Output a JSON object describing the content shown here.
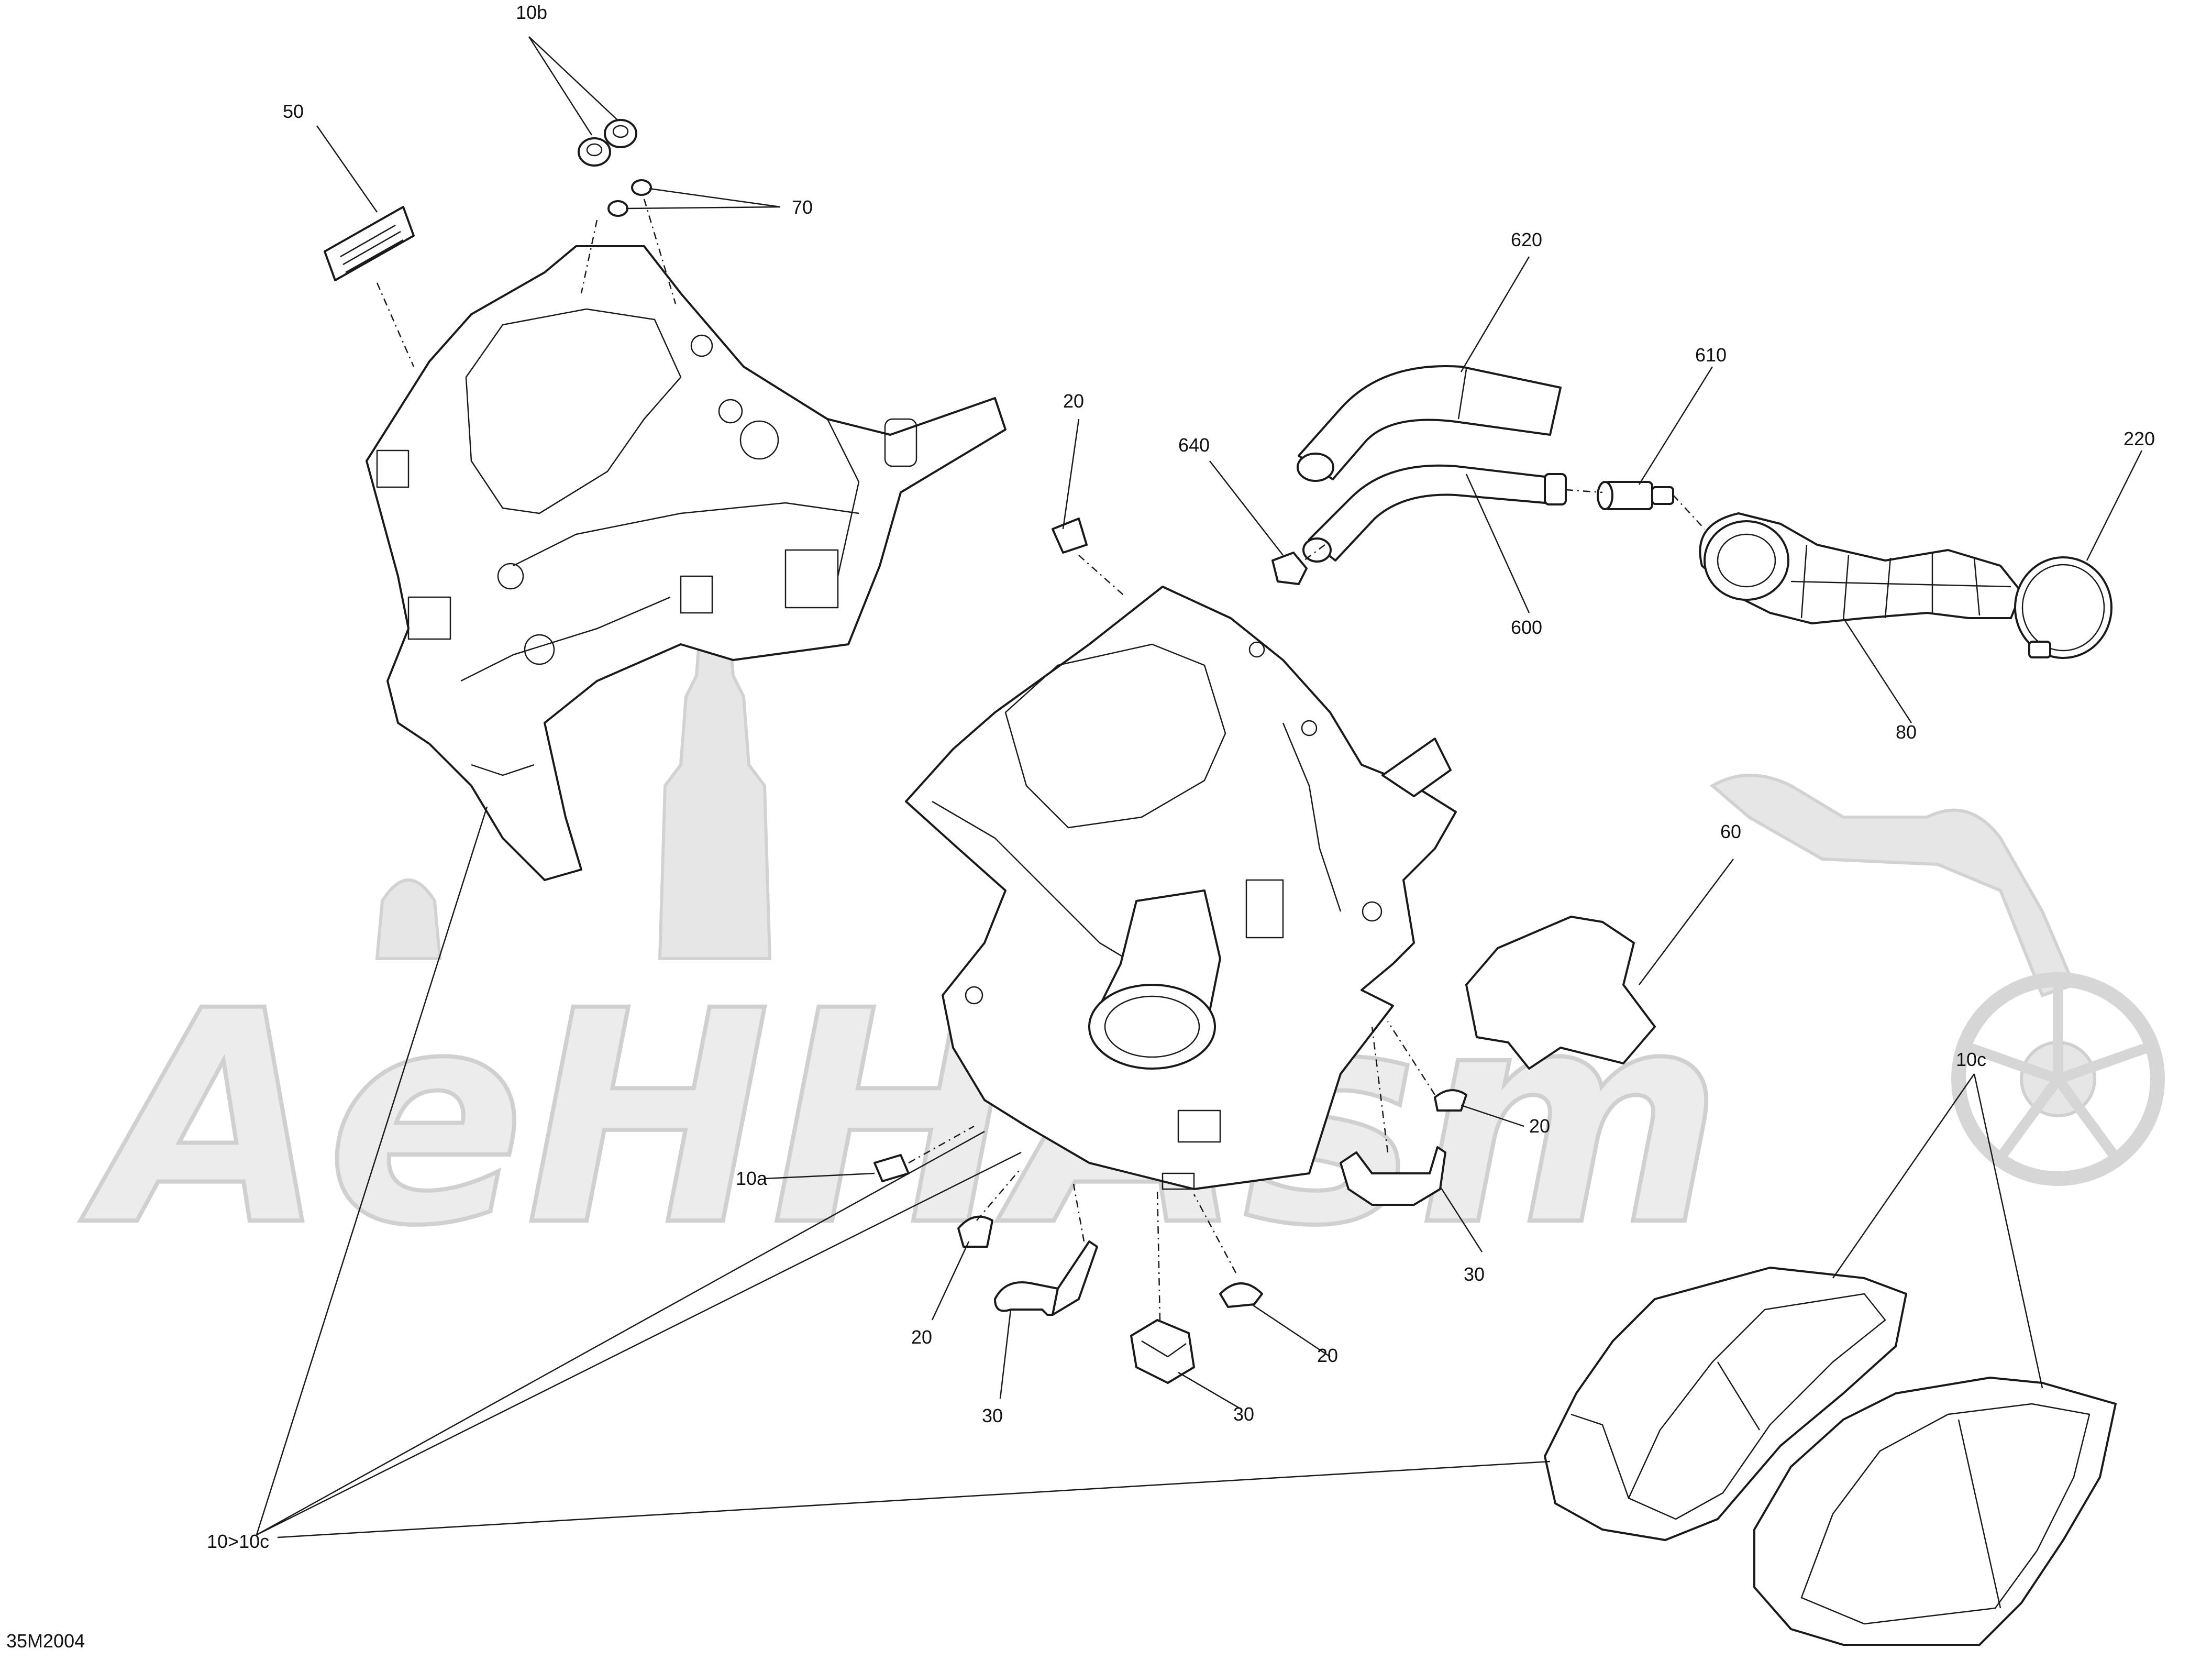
{
  "diagram_id": "35M2004",
  "watermark": {
    "text": "AeHHAsm",
    "color": "#e6e6e6"
  },
  "callouts": {
    "c10b": "10b",
    "c50": "50",
    "c70": "70",
    "c620": "620",
    "c610": "610",
    "c640": "640",
    "c220": "220",
    "c600": "600",
    "c80": "80",
    "c20_top": "20",
    "c60": "60",
    "c10c": "10c",
    "c20_right": "20",
    "c10a": "10a",
    "c30_right": "30",
    "c20_bl": "20",
    "c20_bc": "20",
    "c30_bl": "30",
    "c30_bc": "30",
    "c10_10c": "10>10c"
  },
  "parts": {
    "label_50": "label-sticker",
    "grommet_10b": "grommet",
    "plug_70": "plug",
    "upper_airbox_cover": "upper-housing",
    "lower_airbox_housing": "lower-housing",
    "hose_620": "hose",
    "hose_600": "hose",
    "fitting_610": "fitting",
    "connector_640": "connector",
    "intake_duct_80": "intake-duct",
    "clamp_220": "clamp",
    "foam_pad_60": "foam-pad",
    "clip_20": "clip",
    "strap_30": "strap",
    "label_10a": "label",
    "filter_housing_10c": "filter-housing"
  }
}
